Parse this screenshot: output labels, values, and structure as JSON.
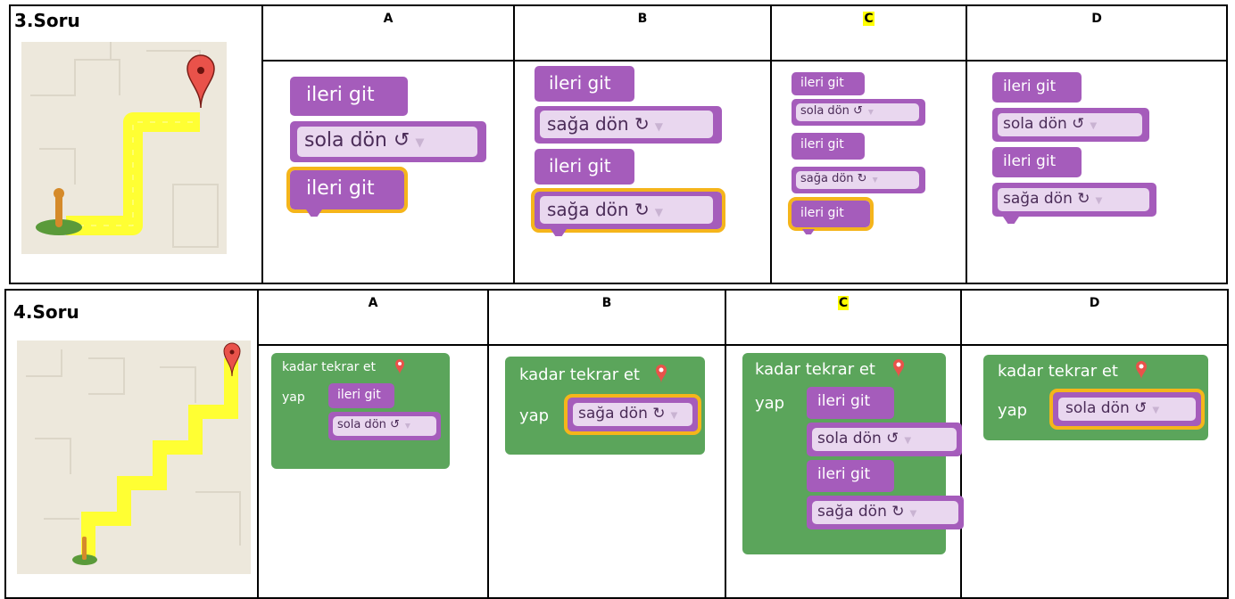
{
  "q3": {
    "title": "3.Soru",
    "options": [
      "A",
      "B",
      "C",
      "D"
    ],
    "correct": "C",
    "blocks": {
      "A": [
        "ileri git",
        "sola dön ↺",
        "ileri git"
      ],
      "B": [
        "ileri git",
        "sağa dön ↻",
        "ileri git",
        "sağa dön ↻"
      ],
      "C": [
        "ileri git",
        "sola dön ↺",
        "ileri git",
        "sağa dön ↻",
        "ileri git"
      ],
      "D": [
        "ileri git",
        "sola dön ↺",
        "ileri git",
        "sağa dön ↻"
      ]
    }
  },
  "q4": {
    "title": "4.Soru",
    "options": [
      "A",
      "B",
      "C",
      "D"
    ],
    "correct": "C",
    "loop_label": "kadar tekrar et",
    "do_label": "yap",
    "blocks": {
      "A": [
        "ileri git",
        "sola dön ↺"
      ],
      "B": [
        "sağa dön ↻"
      ],
      "C": [
        "ileri git",
        "sola dön ↺",
        "ileri git",
        "sağa dön ↻"
      ],
      "D": [
        "sola dön ↺"
      ]
    }
  },
  "colors": {
    "block": "#a55cbb",
    "loop": "#5ba55b",
    "highlight": "#ffff00",
    "selected": "#f5b51b",
    "path": "#ffff33"
  },
  "icons": [
    "map-pin-icon",
    "start-marker-icon",
    "dropdown-arrow-icon"
  ]
}
